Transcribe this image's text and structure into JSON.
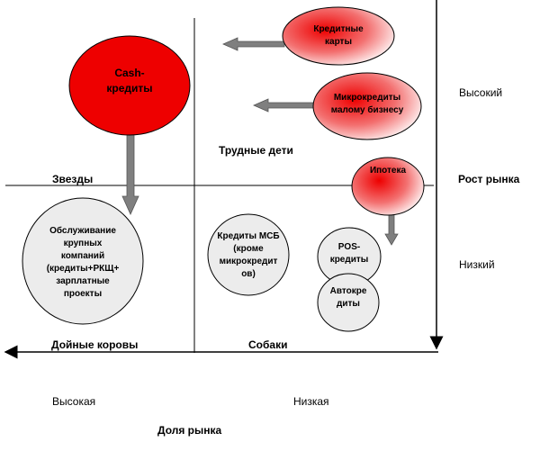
{
  "quadrants": {
    "stars": "Звезды",
    "question_marks": "Трудные дети",
    "cash_cows": "Дойные коровы",
    "dogs": "Собаки"
  },
  "axes": {
    "y_title": "Рост рынка",
    "y_high": "Высокий",
    "y_low": "Низкий",
    "x_title": "Доля рынка",
    "x_high": "Высокая",
    "x_low": "Низкая"
  },
  "nodes": {
    "cash": "Cash-\nкредиты",
    "credit_cards": "Кредитные\nкарты",
    "microcredits": "Микрокредиты\nмалому бизнесу",
    "mortgage": "Ипотека",
    "corporate": "Обслуживание\nкрупных\nкомпаний\n(кредиты+РКЩ+\nзарплатные\nпроекты",
    "sme": "Кредиты МСБ\n(кроме\nмикрокредит\nов)",
    "pos": "POS-\nкредиты",
    "auto": "Автокре\nдиты"
  },
  "colors": {
    "red": "#ee0000",
    "gray_fill": "#ececec",
    "arrow_gray": "#7f7f7f"
  }
}
